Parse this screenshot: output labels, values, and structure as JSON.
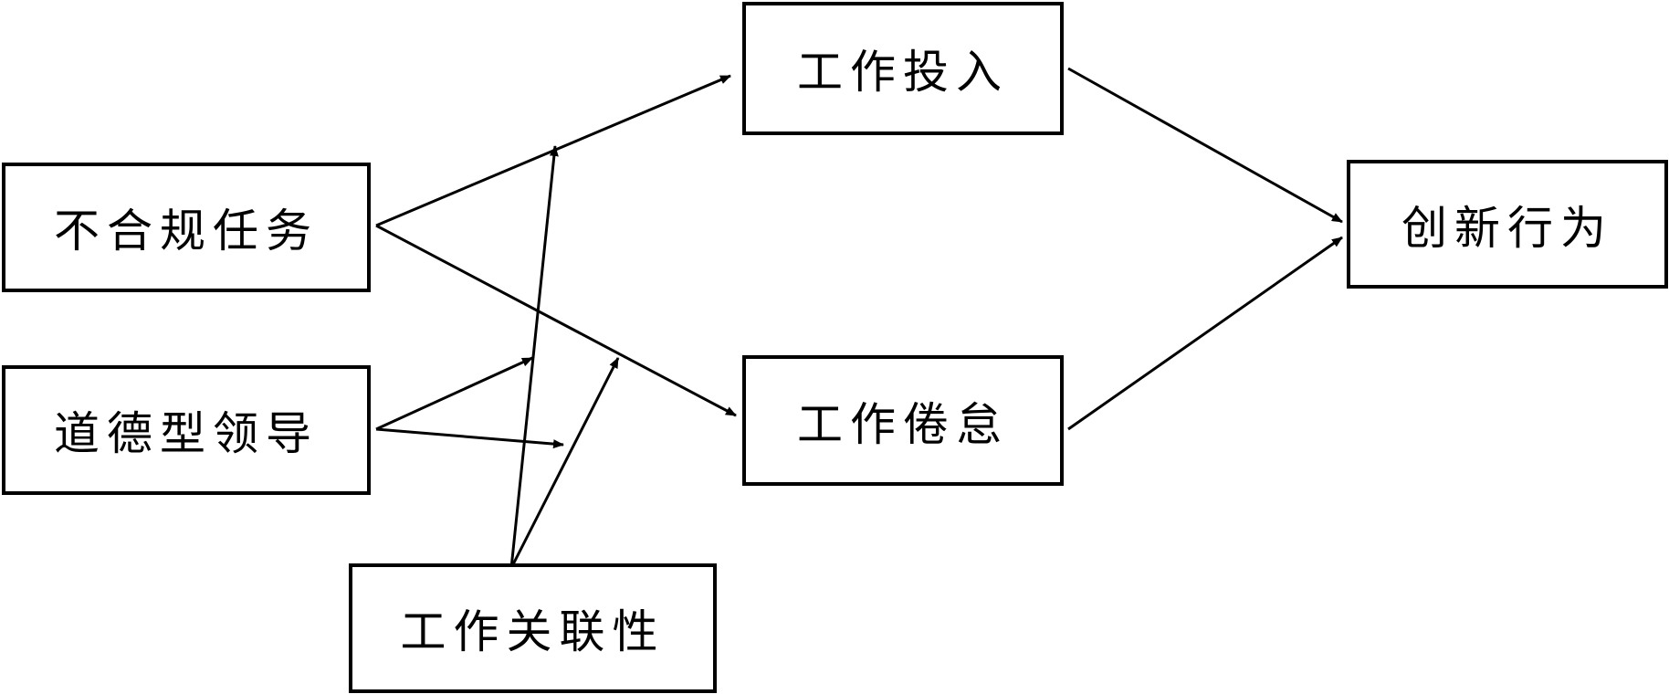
{
  "nodes": {
    "noncompliant_tasks": "不合规任务",
    "ethical_leadership": "道德型领导",
    "work_relevance": "工作关联性",
    "work_engagement": "工作投入",
    "work_boredom": "工作倦怠",
    "innovative_behavior": "创新行为"
  }
}
